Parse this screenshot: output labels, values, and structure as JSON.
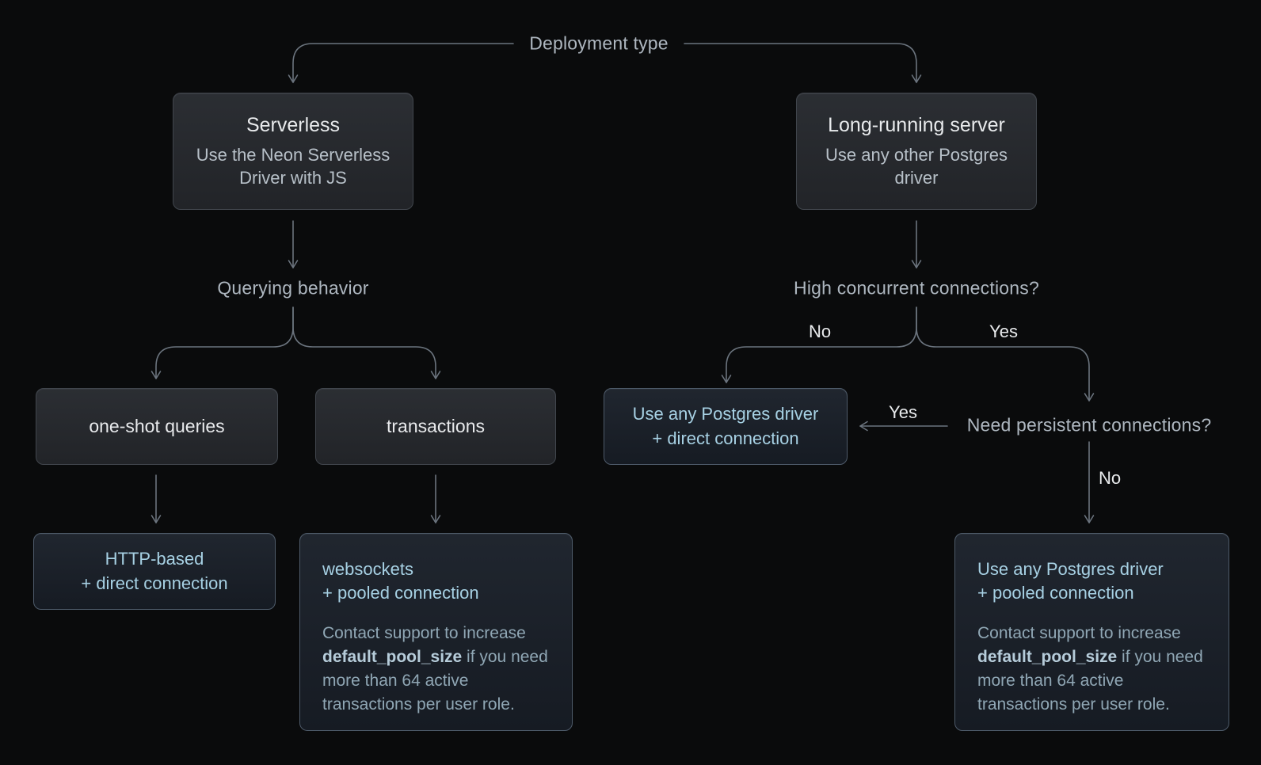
{
  "colors": {
    "background": "#0a0b0c",
    "wire": "#6b747e",
    "gray_box_fill": "#26282c",
    "gray_box_border": "#41464d",
    "blue_box_fill": "#1b212a",
    "blue_box_border": "#4e5b6a",
    "title_text": "#e8eaec",
    "subtitle_text": "#b7c0c8",
    "flow_label_text": "#aeb7c0",
    "accent_blue_text": "#a7d1e4",
    "note_text": "#90a7b5"
  },
  "labels": {
    "deployment_type": "Deployment type",
    "querying_behavior": "Querying behavior",
    "high_concurrent": "High concurrent connections?",
    "need_persistent": "Need persistent connections?",
    "no": "No",
    "yes": "Yes"
  },
  "nodes": {
    "serverless": {
      "title": "Serverless",
      "subtitle": "Use the Neon Serverless Driver with JS"
    },
    "long_running": {
      "title": "Long-running server",
      "subtitle": "Use any other Postgres driver"
    },
    "one_shot": {
      "title": "one-shot queries"
    },
    "transactions": {
      "title": "transactions"
    },
    "http_direct": {
      "line1": "HTTP-based",
      "line2": "+ direct connection"
    },
    "websockets_pooled": {
      "line1": "websockets",
      "line2": "+ pooled connection",
      "note_before": "Contact support to increase ",
      "note_bold": "default_pool_size",
      "note_after": " if you need more than 64 active transactions per user role."
    },
    "any_direct": {
      "line1": "Use any Postgres driver",
      "line2": "+ direct connection"
    },
    "any_pooled": {
      "line1": "Use any Postgres driver",
      "line2": "+ pooled connection",
      "note_before": "Contact support to increase ",
      "note_bold": "default_pool_size",
      "note_after": " if you need more than 64 active transactions per user role."
    }
  }
}
